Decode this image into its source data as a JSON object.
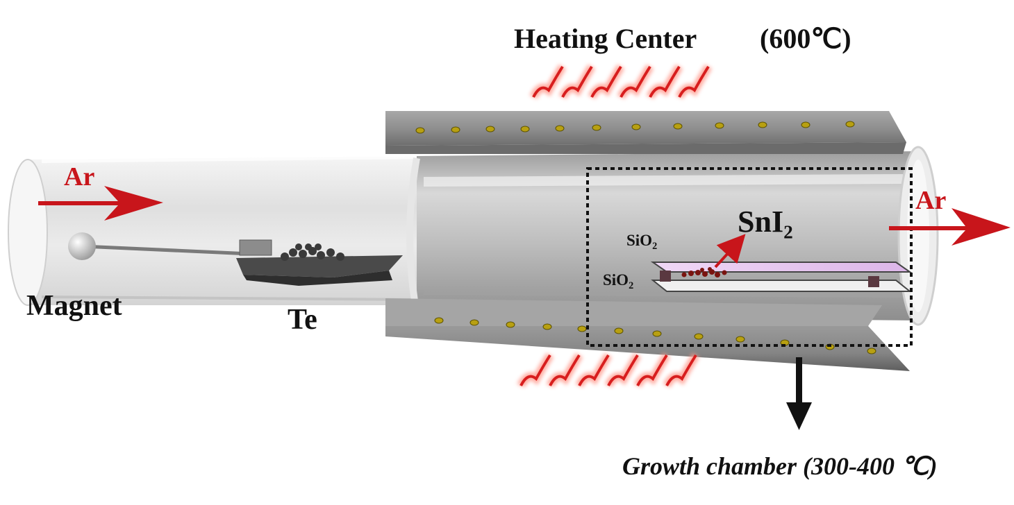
{
  "labels": {
    "heating": "Heating Center",
    "heating_temp": "(600℃)",
    "ar_in": "Ar",
    "ar_out": "Ar",
    "magnet": "Magnet",
    "te": "Te",
    "sni2_main": "SnI",
    "sni2_sub": "2",
    "sio2_top_main": "SiO",
    "sio2_top_sub": "2",
    "sio2_bottom_main": "SiO",
    "sio2_bottom_sub": "2",
    "growth": "Growth chamber (300-400 ℃)"
  },
  "colors": {
    "arrow_red": "#c8151b",
    "furnace_gray": "#8a8a8a",
    "heat_dots": "#b8a012",
    "substrate_pink": "#e8c6f0",
    "particle": "#7a1410"
  }
}
